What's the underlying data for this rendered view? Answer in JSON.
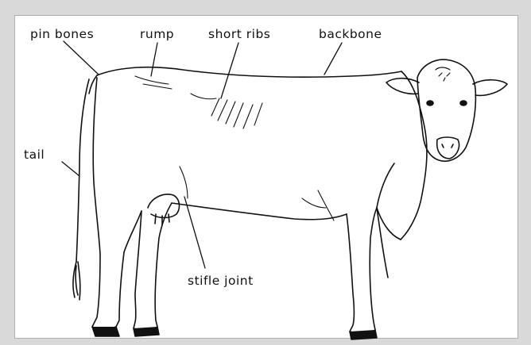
{
  "diagram": {
    "labels": {
      "pin_bones": "pin bones",
      "rump": "rump",
      "short_ribs": "short ribs",
      "backbone": "backbone",
      "tail": "tail",
      "stifle_joint": "stifle joint"
    },
    "colors": {
      "background": "#d9d9d9",
      "panel": "#ffffff",
      "ink": "#111111"
    }
  }
}
